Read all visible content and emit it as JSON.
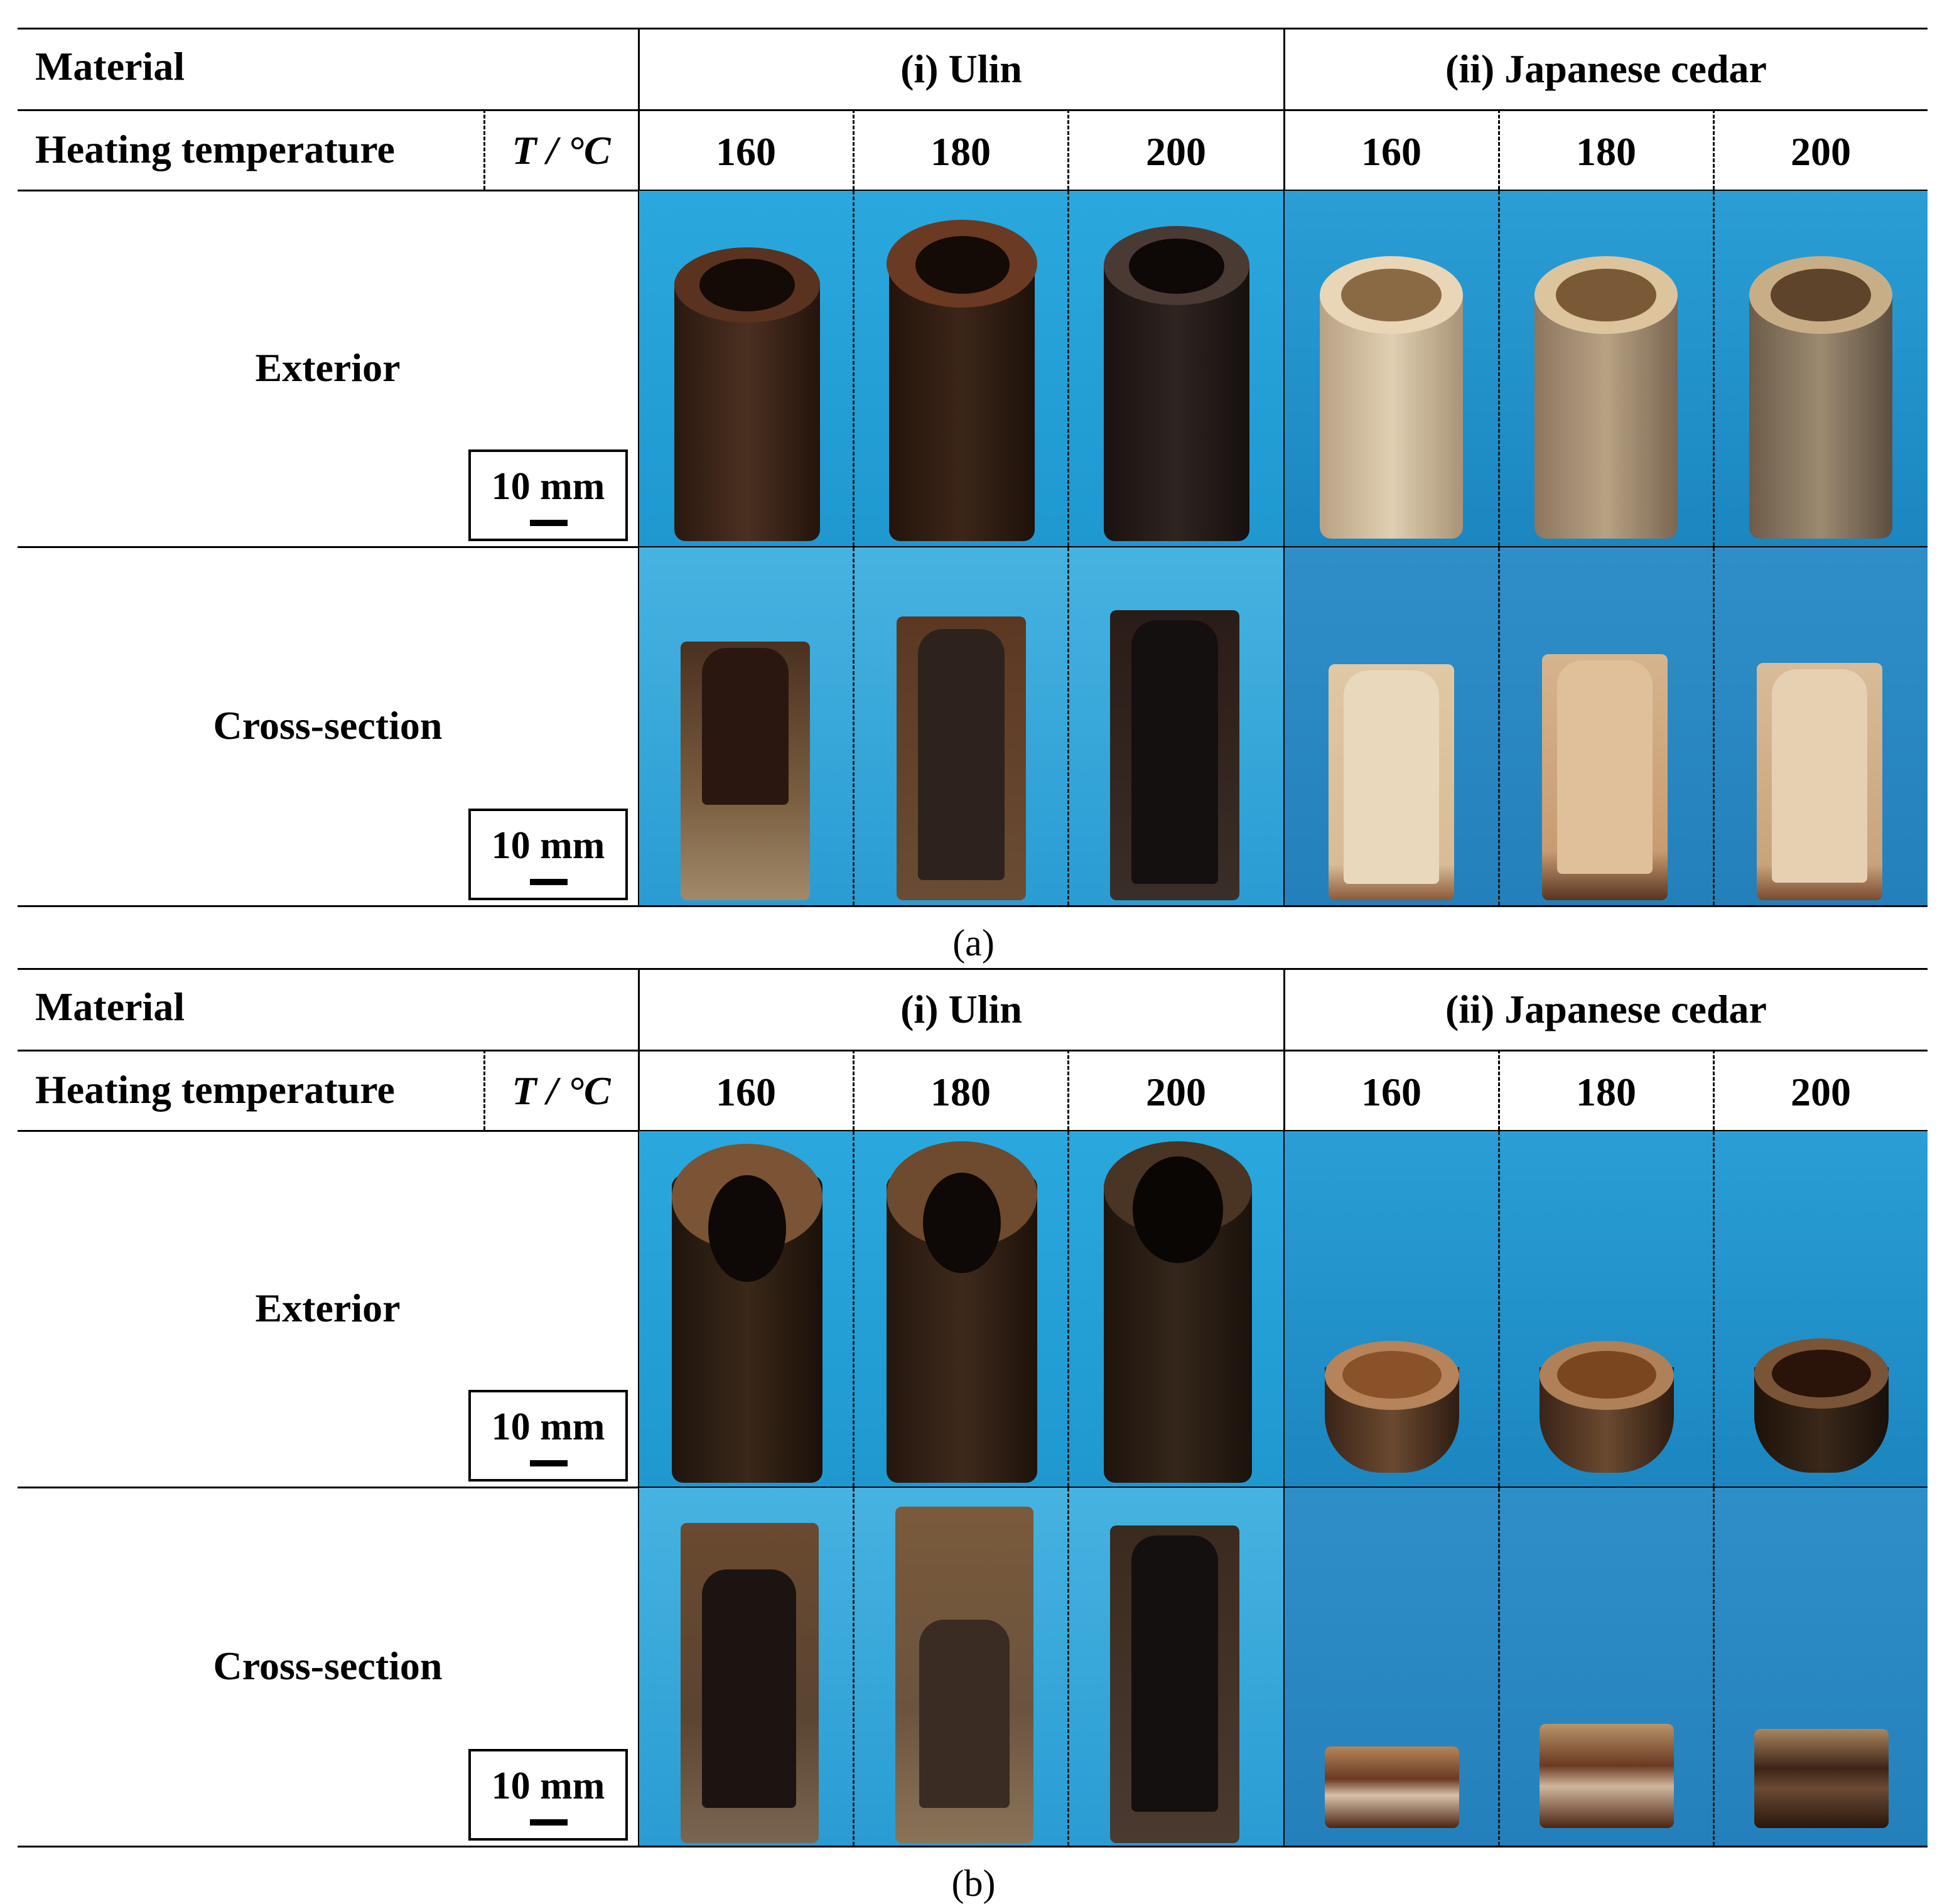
{
  "header": {
    "material_label": "Material",
    "heating_label": "Heating temperature",
    "unit_label": "T / °C",
    "ulin_label": "(i) Ulin",
    "cedar_label": "(ii) Japanese cedar",
    "temps": [
      "160",
      "180",
      "200",
      "160",
      "180",
      "200"
    ]
  },
  "rows": {
    "exterior_label": "Exterior",
    "cross_section_label": "Cross-section"
  },
  "scale_bar": {
    "label": "10 mm"
  },
  "captions": {
    "a": "(a)",
    "b": "(b)"
  },
  "colors": {
    "background_blue": "#1f98d0",
    "ulin_wood": "#3a2418",
    "cedar_wood": "#d9c3a0"
  }
}
